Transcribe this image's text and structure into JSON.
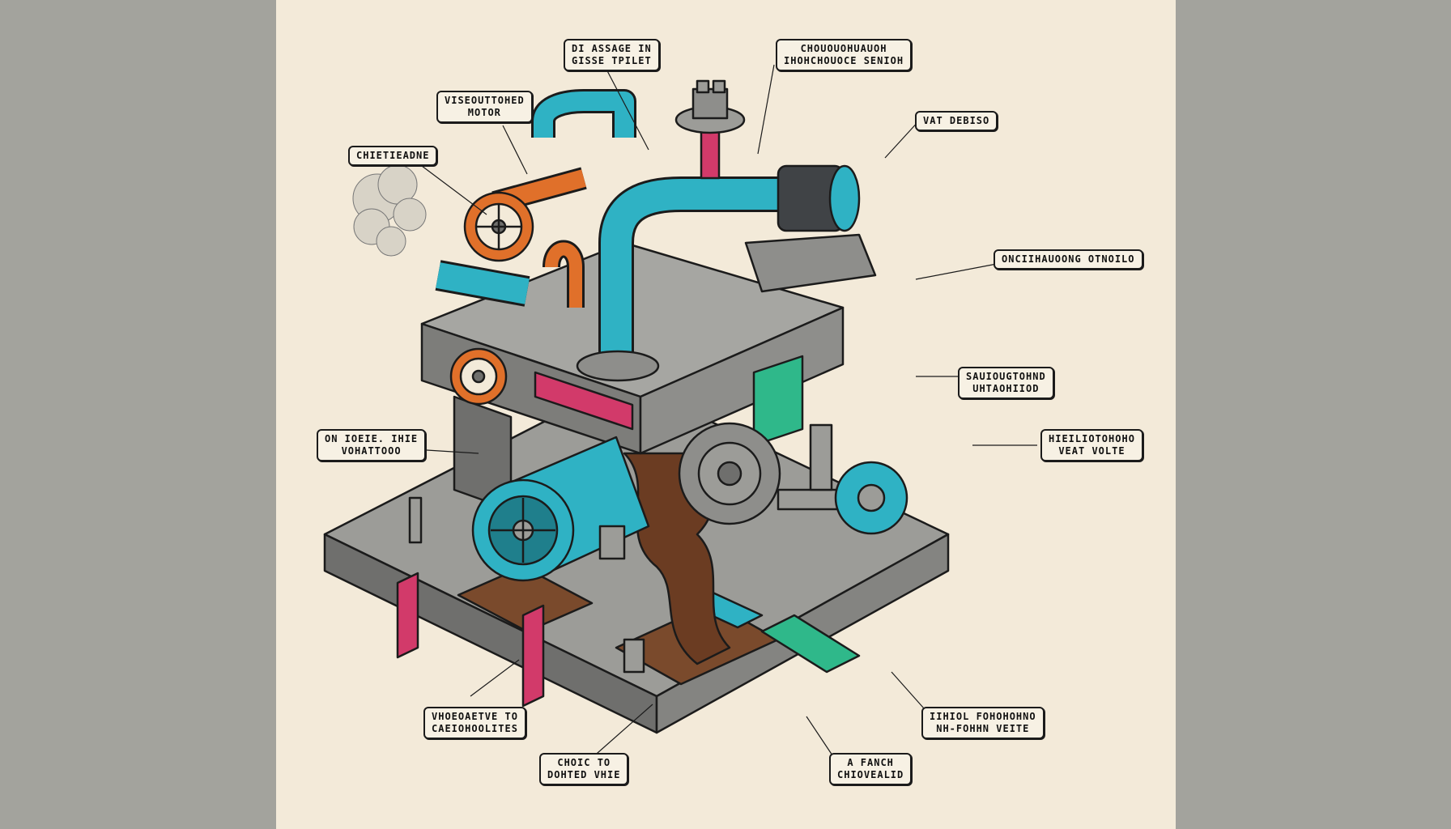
{
  "labels": {
    "l1": {
      "text": "DI ASSAGE IN\nGISSE TPILET"
    },
    "l2": {
      "text": "CHOUOUOHUAUOH\nIHOHCHOUOCE SENIOH"
    },
    "l3": {
      "text": "VISEOUTTOHED\nMOTOR"
    },
    "l4": {
      "text": "VAT DEBISO"
    },
    "l5": {
      "text": "CHIETIEADNE"
    },
    "l6": {
      "text": "ONCIIHAUOONG OTNOILO"
    },
    "l7": {
      "text": "SAUIOUGTOHND\nUHTAOHIIOD"
    },
    "l8": {
      "text": "ON IOEIE. IHIE\nVOHATTOOO"
    },
    "l9": {
      "text": "HIEILIOTOHOHO\nVEAT VOLTE"
    },
    "l10": {
      "text": "VHOEOAETVE TO\nCAEIOHOOLITES"
    },
    "l11": {
      "text": "IIHIOL FOHOHOHNO\nNH-FOHHN VEITE"
    },
    "l12": {
      "text": "CHOIC TO\nDOHTED VHIE"
    },
    "l13": {
      "text": "A FANCH\nCHIOVEALID"
    }
  },
  "colors": {
    "stone": "#9c9c98",
    "stone_dark": "#6f6f6d",
    "cyan": "#2fb2c4",
    "orange": "#e0702a",
    "magenta": "#d23a6a",
    "green": "#2fb88a",
    "mud": "#6b3c22",
    "paper": "#f3ead9",
    "ink": "#1b1b1b"
  }
}
